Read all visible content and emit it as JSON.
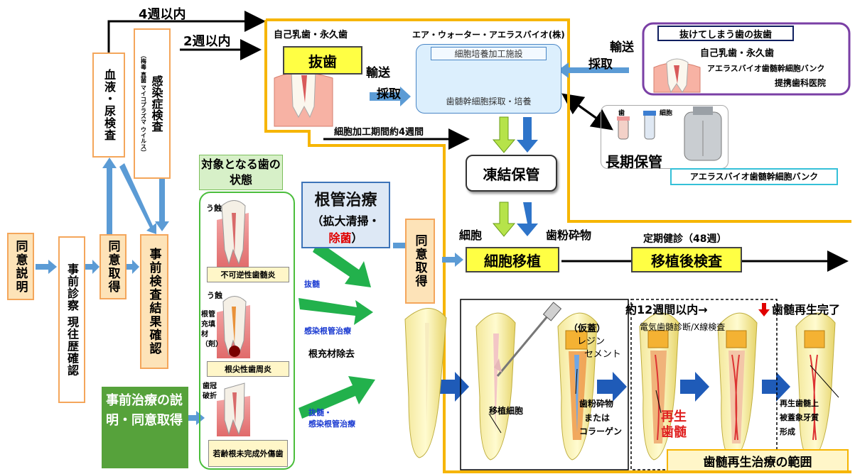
{
  "colors": {
    "orange": "#f4a65b",
    "peach": "#fde3b8",
    "yellow": "#ffff44",
    "purple": "#7a3fa5",
    "green": "#3e9b3e",
    "blue": "#1e66b0",
    "red": "#e00000",
    "gold": "#f6b500"
  },
  "timeline": {
    "within4": "4週以内",
    "within2": "2週以内"
  },
  "steps": {
    "consent_explain": "同意説明",
    "pre_exam": "事前診察 現往歴確認",
    "consent1": "同意取得",
    "blood_test": "血液・尿検査",
    "infection_test": "感染症検査",
    "infection_sub": "（梅毒 真菌 マイコプラズマ ウイルス）",
    "results": "事前検査結果確認",
    "consent2": "同意取得"
  },
  "pretreat": "事前治療の説明・同意取得",
  "teeth": {
    "title": "対象となる歯の状態",
    "caries1": "う蝕",
    "pulpitis": "不可逆性歯髄炎",
    "caries2": "う蝕",
    "filling": "根管充填材（剤）",
    "periodontitis": "根尖性歯周炎",
    "crown": "歯冠破折",
    "immature": "若齢根未完成外傷歯"
  },
  "root": {
    "title": "根管治療",
    "sub1": "（拡大清掃・",
    "sub2": "除菌",
    "sub3": "）"
  },
  "arrows": {
    "pulpectomy": "抜髄",
    "infected": "感染根管治療",
    "removal": "根充材除去",
    "both1": "抜髄・",
    "both2": "感染根管治療"
  },
  "top": {
    "own_teeth": "自己乳歯・永久歯",
    "extraction": "抜歯",
    "transport": "輸送",
    "collect": "採取",
    "company": "エア・ウォーター・アエラスバイオ(株)",
    "facility": "細胞培養加工施設",
    "dish_label": "歯髄幹細胞採取・培養",
    "period": "細胞加工期間約4週間",
    "lost_teeth": "抜けてしまう歯の抜歯",
    "own2": "自己乳歯・永久歯",
    "bank_partner": "アエラスバイオ歯髄幹細胞バンク",
    "partner_clinic": "提携歯科医院",
    "transport2": "輸送",
    "collect2": "採取",
    "long_term": "長期保管",
    "tooth_lbl": "歯",
    "cell_lbl": "細胞",
    "bank": "アエラスバイオ歯髄幹細胞バンク"
  },
  "freeze": "凍結保管",
  "cells": "細胞",
  "powder": "歯粉砕物",
  "transplant": "細胞移植",
  "checkup": "定期健診（48週）",
  "post_exam": "移植後検査",
  "regen_time": "約12週間以内→",
  "regen_done": "歯髄再生完了",
  "bottom": {
    "temp": "（仮蓋）",
    "resin": "レジン",
    "cement": "セメント",
    "cells_transplanted": "移植細胞",
    "powder_or": "歯粉砕物",
    "or": "または",
    "collagen": "コラーゲン",
    "test": "電気歯髄診断/X線検査",
    "regen": "再生",
    "pulp": "歯髄",
    "dentin1": "再生歯髄上",
    "dentin2": "被蓋象牙質",
    "dentin3": "形成",
    "scope": "歯髄再生治療の範囲"
  }
}
